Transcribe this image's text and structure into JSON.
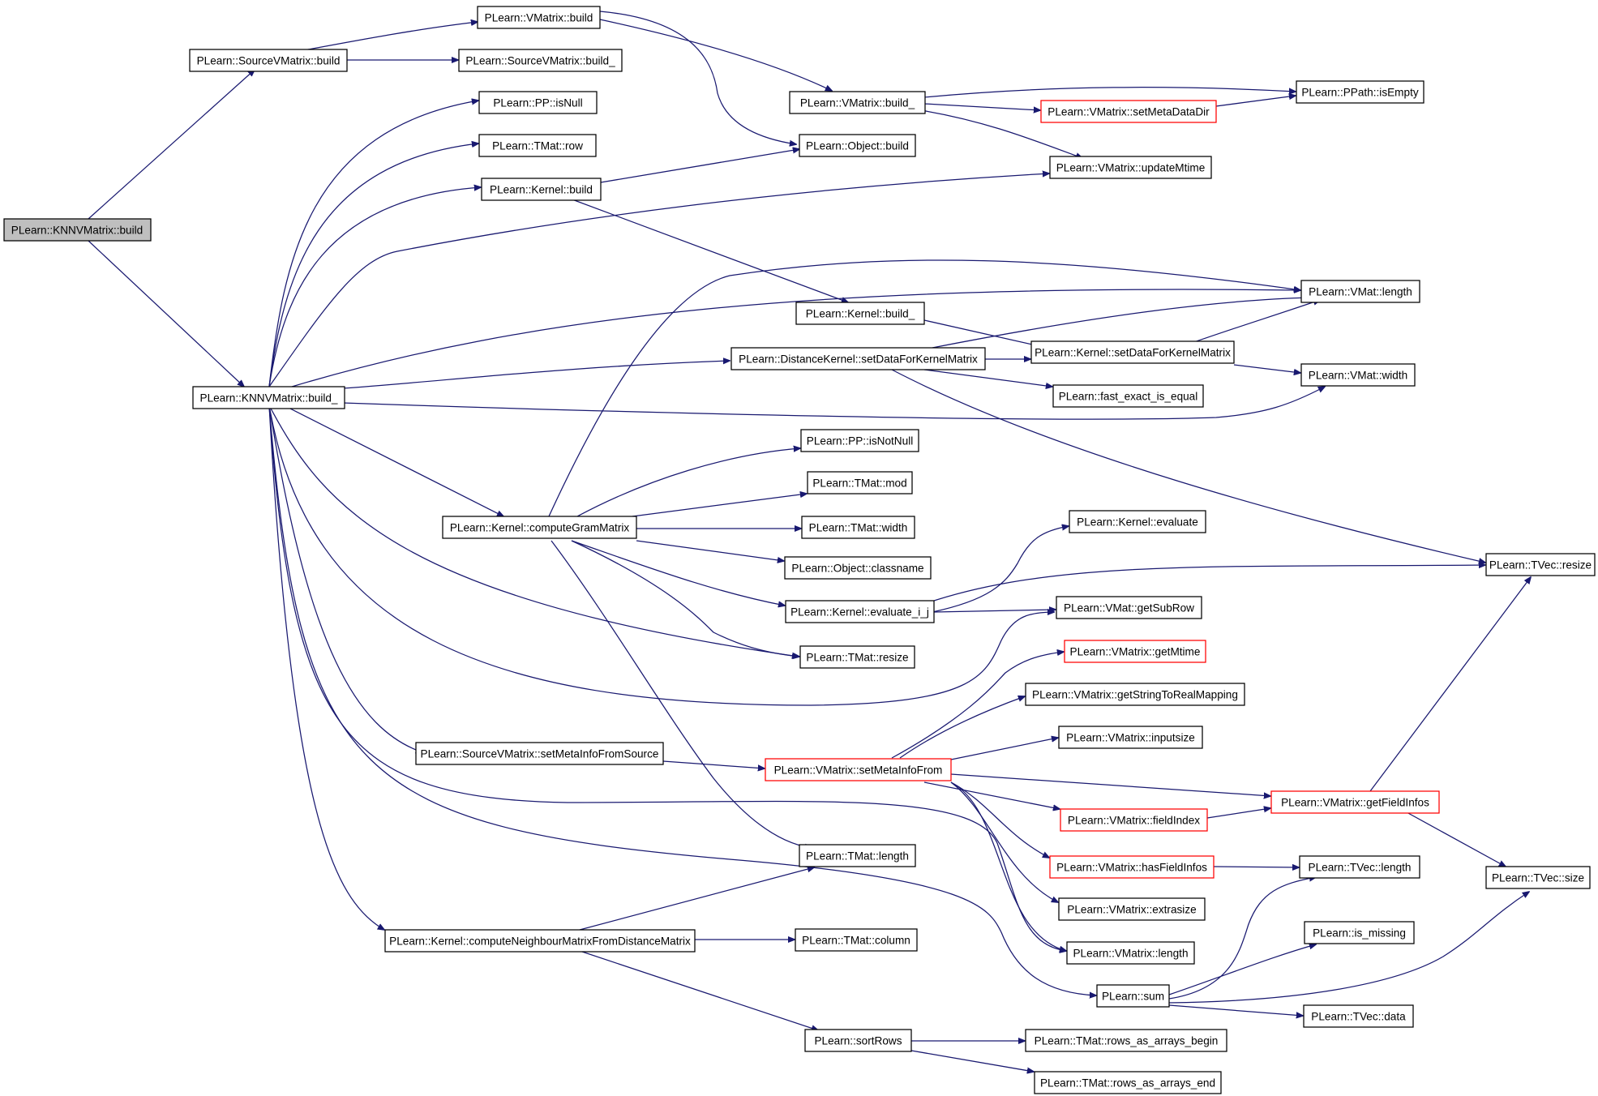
{
  "nodes": {
    "knnv_build": "PLearn::KNNVMatrix::build",
    "source_build": "PLearn::SourceVMatrix::build",
    "vm_build": "PLearn::VMatrix::build",
    "source_build_": "PLearn::SourceVMatrix::build_",
    "pp_isnull": "PLearn::PP::isNull",
    "tmat_row": "PLearn::TMat::row",
    "kernel_build": "PLearn::Kernel::build",
    "vm_build_": "PLearn::VMatrix::build_",
    "object_build": "PLearn::Object::build",
    "set_meta_dir": "PLearn::VMatrix::setMetaDataDir",
    "ppath_isempty": "PLearn::PPath::isEmpty",
    "update_mtime": "PLearn::VMatrix::updateMtime",
    "kernel_build_": "PLearn::Kernel::build_",
    "vmat_length": "PLearn::VMat::length",
    "dk_setdata": "PLearn::DistanceKernel::setDataForKernelMatrix",
    "k_setdata": "PLearn::Kernel::setDataForKernelMatrix",
    "vmat_width": "PLearn::VMat::width",
    "knnv_build_": "PLearn::KNNVMatrix::build_",
    "fast_exact": "PLearn::fast_exact_is_equal",
    "pp_isnotnull": "PLearn::PP::isNotNull",
    "tmat_mod": "PLearn::TMat::mod",
    "compute_gram": "PLearn::Kernel::computeGramMatrix",
    "tmat_width": "PLearn::TMat::width",
    "kernel_evaluate": "PLearn::Kernel::evaluate",
    "object_classname": "PLearn::Object::classname",
    "tvec_resize": "PLearn::TVec::resize",
    "evaluate_ij": "PLearn::Kernel::evaluate_i_j",
    "vmat_getsubrow": "PLearn::VMat::getSubRow",
    "tmat_resize": "PLearn::TMat::resize",
    "get_mtime": "PLearn::VMatrix::getMtime",
    "get_s2r": "PLearn::VMatrix::getStringToRealMapping",
    "inputsize": "PLearn::VMatrix::inputsize",
    "src_setmeta": "PLearn::SourceVMatrix::setMetaInfoFromSource",
    "set_meta_from": "PLearn::VMatrix::setMetaInfoFrom",
    "get_field_infos": "PLearn::VMatrix::getFieldInfos",
    "field_index": "PLearn::VMatrix::fieldIndex",
    "tmat_length": "PLearn::TMat::length",
    "has_field_infos": "PLearn::VMatrix::hasFieldInfos",
    "tvec_length": "PLearn::TVec::length",
    "tvec_size": "PLearn::TVec::size",
    "extrasize": "PLearn::VMatrix::extrasize",
    "is_missing": "PLearn::is_missing",
    "compute_neigh": "PLearn::Kernel::computeNeighbourMatrixFromDistanceMatrix",
    "tmat_column": "PLearn::TMat::column",
    "vm_length": "PLearn::VMatrix::length",
    "sum": "PLearn::sum",
    "tvec_data": "PLearn::TVec::data",
    "sort_rows": "PLearn::sortRows",
    "rows_begin": "PLearn::TMat::rows_as_arrays_begin",
    "rows_end": "PLearn::TMat::rows_as_arrays_end"
  },
  "colors": {
    "edge": "#191970",
    "node_border": "#000000",
    "highlight_border": "#ff0000",
    "root_fill": "#bfbfbf"
  }
}
